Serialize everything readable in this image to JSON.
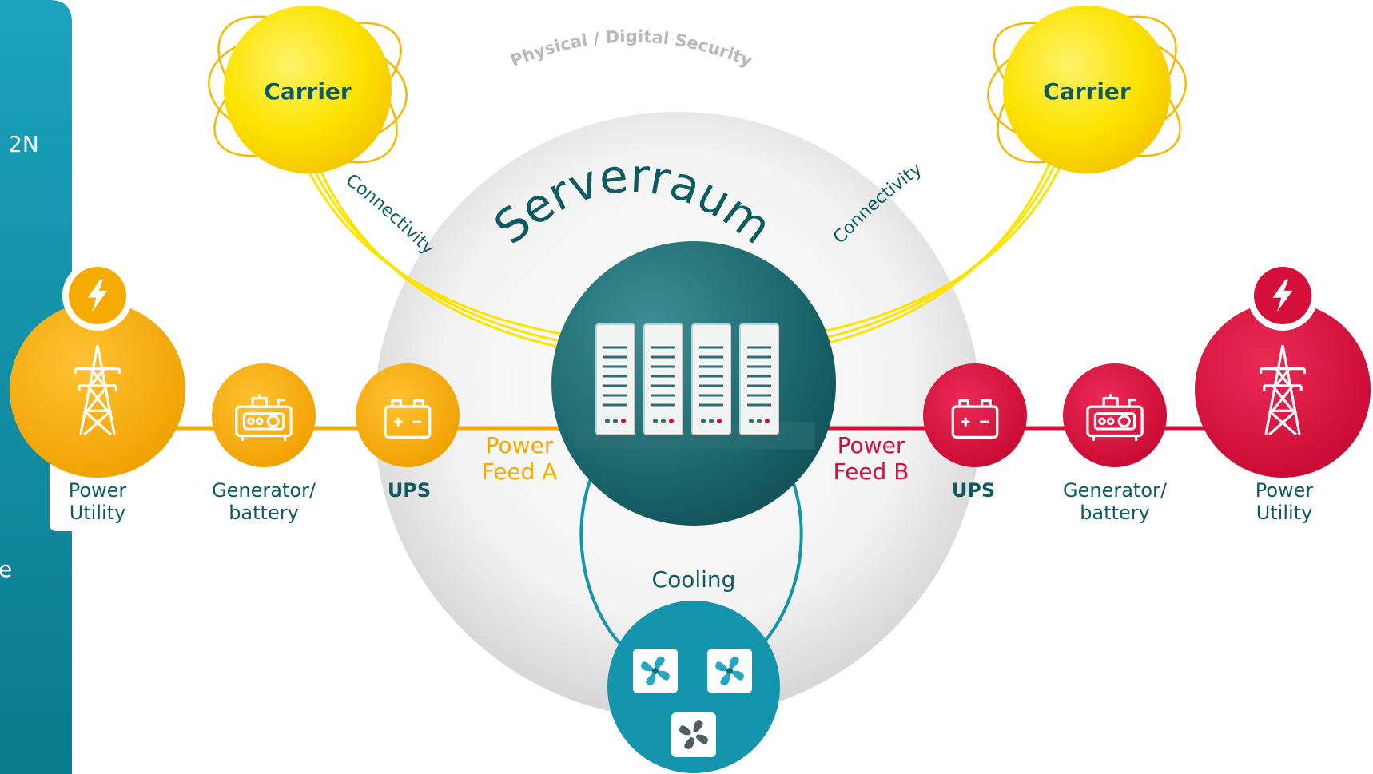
{
  "sidebar": {
    "fragments": [
      "2N",
      "e"
    ]
  },
  "labels": {
    "security": "Physical / Digital Security",
    "serverraum": "Serverraum",
    "connectivity_left": "Connectivity",
    "connectivity_right": "Connectivity",
    "carrier_left": "Carrier",
    "carrier_right": "Carrier",
    "cooling": "Cooling"
  },
  "feed_a": {
    "line1": "Power",
    "line2": "Feed A",
    "ups": "UPS",
    "generator_line1": "Generator/",
    "generator_line2": "battery",
    "utility_line1": "Power",
    "utility_line2": "Utility"
  },
  "feed_b": {
    "line1": "Power",
    "line2": "Feed B",
    "ups": "UPS",
    "generator_line1": "Generator/",
    "generator_line2": "battery",
    "utility_line1": "Power",
    "utility_line2": "Utility"
  },
  "colors": {
    "teal": "#1595ad",
    "teal_dark": "#0c6e7c",
    "server_core": "#1d6a70",
    "yellow": "#fce300",
    "orange": "#f5aa00",
    "red": "#d40f39",
    "text_dark": "#0d5a60",
    "gray_ring": "#dcdcdc"
  },
  "icons": {
    "utility": "bolt-icon",
    "tower": "power-tower-icon",
    "generator": "generator-icon",
    "ups": "battery-icon",
    "rack": "server-rack-icon",
    "fan": "fan-icon"
  }
}
